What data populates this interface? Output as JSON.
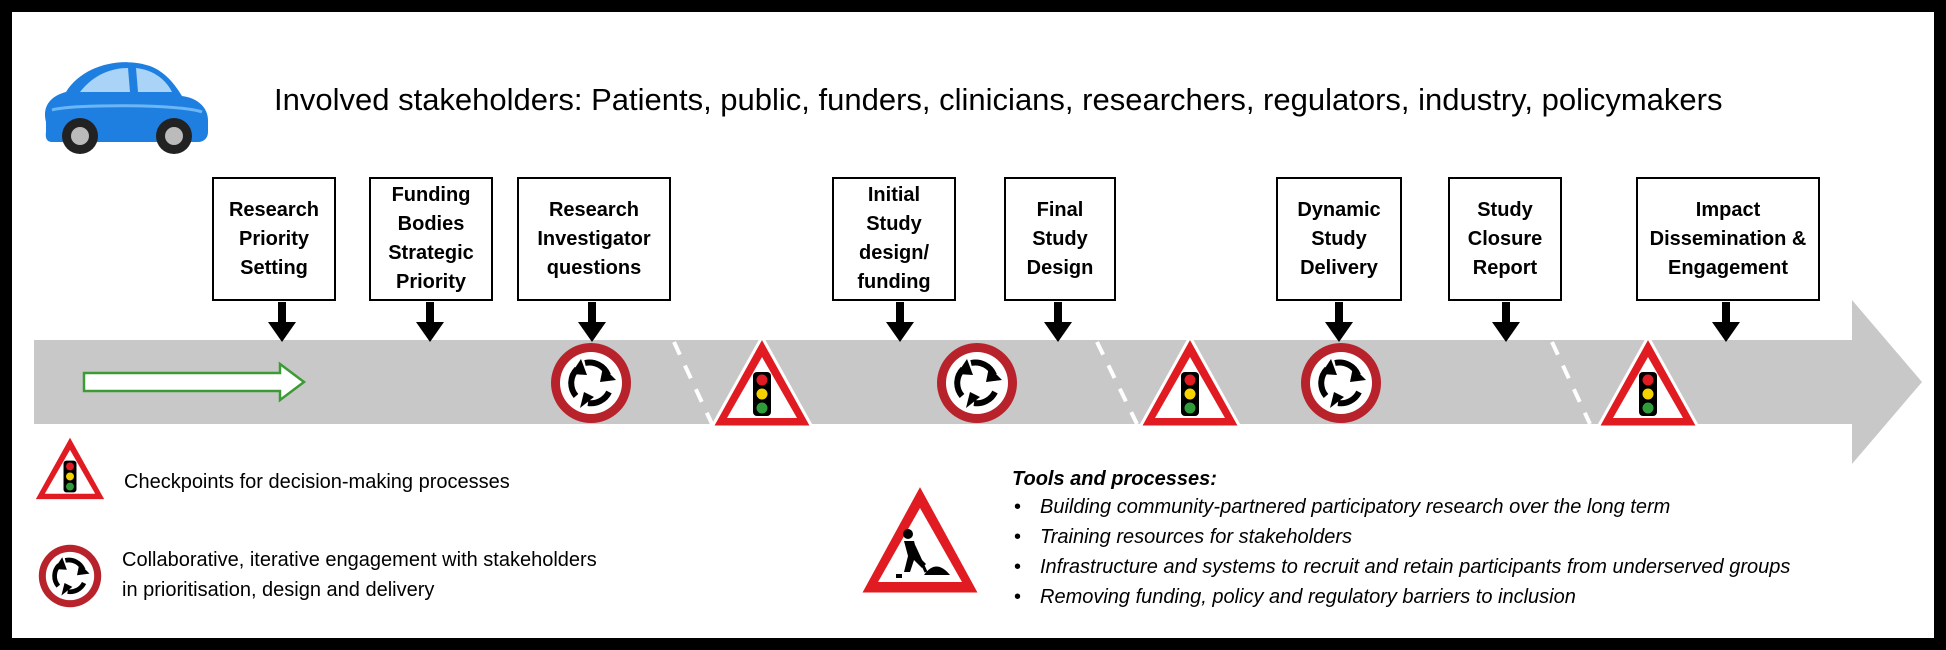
{
  "title": "Involved stakeholders: Patients, public, funders, clinicians, researchers, regulators, industry, policymakers",
  "stages": [
    {
      "id": "research-priority-setting",
      "label": "Research Priority Setting"
    },
    {
      "id": "funding-bodies-strategic-priority",
      "label": "Funding Bodies Strategic Priority"
    },
    {
      "id": "research-investigator-questions",
      "label": "Research Investigator questions"
    },
    {
      "id": "initial-study-design-funding",
      "label": "Initial Study design/ funding"
    },
    {
      "id": "final-study-design",
      "label": "Final Study Design"
    },
    {
      "id": "dynamic-study-delivery",
      "label": "Dynamic Study Delivery"
    },
    {
      "id": "study-closure-report",
      "label": "Study Closure Report"
    },
    {
      "id": "impact-dissemination-engagement",
      "label": "Impact Dissemination & Engagement"
    }
  ],
  "legend": {
    "checkpoint": "Checkpoints for decision-making processes",
    "engagement_line1": "Collaborative, iterative engagement with stakeholders",
    "engagement_line2": "in prioritisation, design and delivery"
  },
  "tools": {
    "heading": "Tools and processes:",
    "items": [
      "Building community-partnered participatory research over the long term",
      "Training resources for stakeholders",
      "Infrastructure and systems to recruit and retain participants from underserved groups",
      "Removing funding, policy and regulatory barriers to inclusion"
    ]
  },
  "icons": {
    "car": "car-icon",
    "checkpoint": "traffic-light-warning-sign-icon",
    "engagement": "roundabout-sign-icon",
    "roadworks": "roadworks-sign-icon"
  },
  "colors": {
    "road": "#c8c8c8",
    "sign_red": "#e11b22",
    "roundabout_red": "#b8222b",
    "car_blue": "#1f7fe0",
    "progress_arrow": "#3d9b35"
  }
}
